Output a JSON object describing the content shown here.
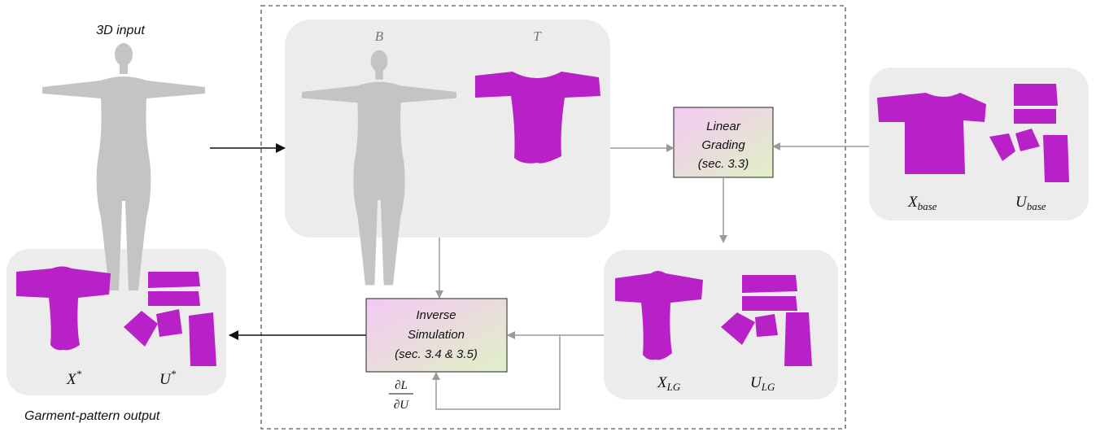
{
  "top_label": "3D input",
  "bottom_label": "Garment-pattern output",
  "body_label": "B",
  "target_label": "T",
  "linear_grading": {
    "line1": "Linear",
    "line2": "Grading",
    "line3": "(sec. 3.3)"
  },
  "inverse_sim": {
    "line1": "Inverse",
    "line2": "Simulation",
    "line3": "(sec. 3.4 & 3.5)"
  },
  "x_base": {
    "main": "X",
    "sub": "base"
  },
  "u_base": {
    "main": "U",
    "sub": "base"
  },
  "x_lg": {
    "main": "X",
    "sub": "LG"
  },
  "u_lg": {
    "main": "U",
    "sub": "LG"
  },
  "x_star": {
    "main": "X",
    "sup": "*"
  },
  "u_star": {
    "main": "U",
    "sup": "*"
  },
  "gradient": {
    "num": "∂L",
    "den": "∂U"
  },
  "colors": {
    "garment": "#b820c8",
    "body": "#c4c4c4",
    "panel": "#ececec",
    "arrow": "#9a9a9a"
  }
}
